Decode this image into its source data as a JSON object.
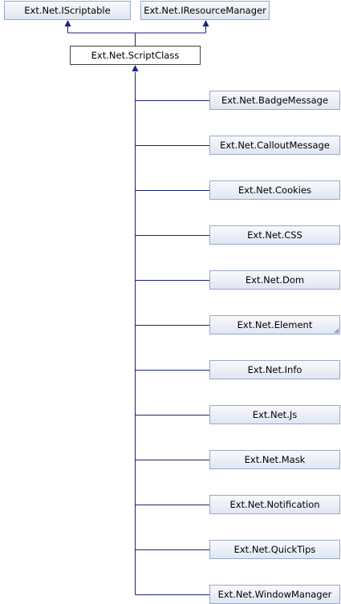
{
  "diagram": {
    "interfaces": [
      {
        "label": "Ext.Net.IScriptable"
      },
      {
        "label": "Ext.Net.IResourceManager"
      }
    ],
    "current_class": {
      "label": "Ext.Net.ScriptClass"
    },
    "derived_classes": [
      {
        "label": "Ext.Net.BadgeMessage",
        "truncated": false
      },
      {
        "label": "Ext.Net.CalloutMessage",
        "truncated": false
      },
      {
        "label": "Ext.Net.Cookies",
        "truncated": false
      },
      {
        "label": "Ext.Net.CSS",
        "truncated": false
      },
      {
        "label": "Ext.Net.Dom",
        "truncated": false
      },
      {
        "label": "Ext.Net.Element",
        "truncated": true
      },
      {
        "label": "Ext.Net.Info",
        "truncated": false
      },
      {
        "label": "Ext.Net.Js",
        "truncated": false
      },
      {
        "label": "Ext.Net.Mask",
        "truncated": false
      },
      {
        "label": "Ext.Net.Notification",
        "truncated": false
      },
      {
        "label": "Ext.Net.QuickTips",
        "truncated": false
      },
      {
        "label": "Ext.Net.WindowManager",
        "truncated": false
      }
    ],
    "colors": {
      "edge": "#1a237e",
      "node_border": "#9aa9c8",
      "node_fill_top": "#f8f9fc",
      "node_fill_bottom": "#dfe6f3",
      "current_border": "#404040"
    }
  }
}
